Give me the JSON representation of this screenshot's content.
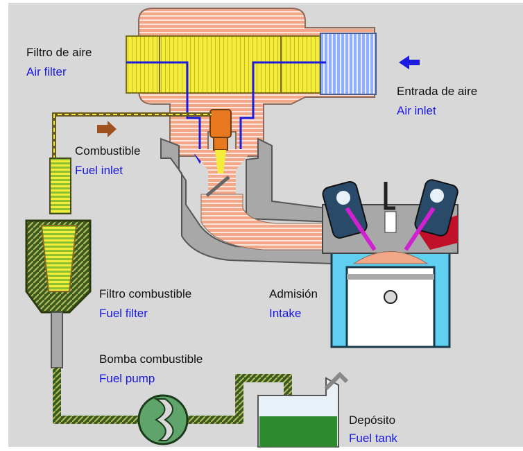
{
  "labels": {
    "air_filter_es": "Filtro de aire",
    "air_filter_en": "Air filter",
    "air_inlet_es": "Entrada de aire",
    "air_inlet_en": "Air inlet",
    "fuel_inlet_es": "Combustible",
    "fuel_inlet_en": "Fuel inlet",
    "fuel_filter_es": "Filtro combustible",
    "fuel_filter_en": "Fuel filter",
    "intake_es": "Admisión",
    "intake_en": "Intake",
    "fuel_pump_es": "Bomba combustible",
    "fuel_pump_en": "Fuel pump",
    "fuel_tank_es": "Depósito",
    "fuel_tank_en": "Fuel tank"
  },
  "colors": {
    "background": "#d8d8d8",
    "housing": "#f2a888",
    "filter": "#f3ec3a",
    "air_flow": "#1a1ae0",
    "fuel_arrow": "#a0521e",
    "casing": "#a8a8a8",
    "fuel": "#2e8a2e",
    "fuel_pump": "#5fa46b",
    "valve": "#d020d0",
    "exhaust": "#c0102a",
    "cylinder": "#60d0f0"
  }
}
